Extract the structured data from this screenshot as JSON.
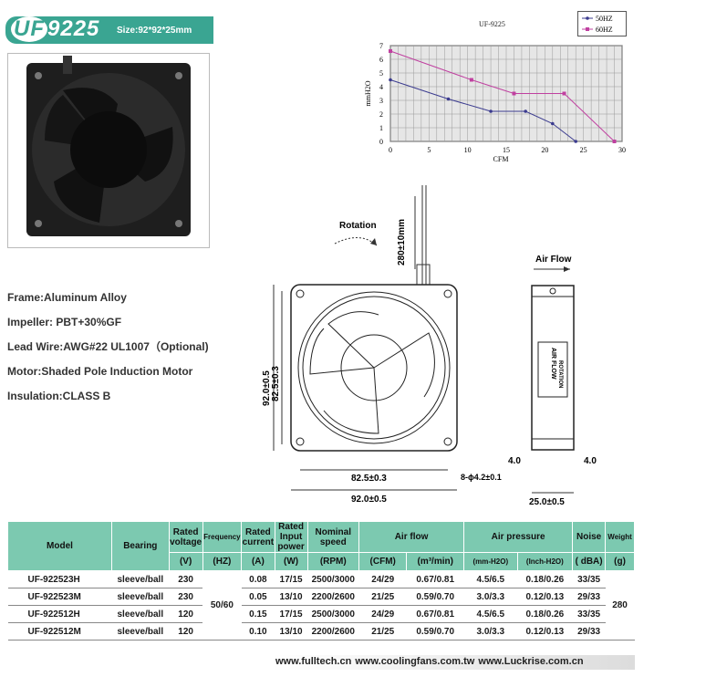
{
  "header": {
    "logo_prefix": "UF",
    "logo_model": "9225",
    "size": "Size:92*92*25mm"
  },
  "specs": [
    "Frame:Aluminum Alloy",
    "Impeller: PBT+30%GF",
    "Lead Wire:AWG#22 UL1007（Optional)",
    "Motor:Shaded Pole Induction Motor",
    "Insulation:CLASS B"
  ],
  "chart_data": {
    "type": "line",
    "title": "UF-9225",
    "xlabel": "CFM",
    "ylabel": "mmH2O",
    "xlim": [
      0,
      30
    ],
    "ylim": [
      0,
      7
    ],
    "xticks": [
      0,
      5,
      10,
      15,
      20,
      25,
      30
    ],
    "yticks": [
      0,
      1,
      2,
      3,
      4,
      5,
      6,
      7
    ],
    "legend_position": "top-right",
    "series": [
      {
        "name": "50HZ",
        "color": "#3b3b8f",
        "x": [
          0,
          7.5,
          13,
          17.5,
          21,
          24
        ],
        "y": [
          4.5,
          3.1,
          2.2,
          2.2,
          1.3,
          0
        ]
      },
      {
        "name": "60HZ",
        "color": "#c040a0",
        "x": [
          0,
          10.5,
          16,
          22.5,
          29
        ],
        "y": [
          6.6,
          4.5,
          3.5,
          3.5,
          0
        ]
      }
    ]
  },
  "drawing": {
    "rotation": "Rotation",
    "lead_length": "280±10mm",
    "air_flow": "Air Flow",
    "dim_outer_v": "92.0±0.5",
    "dim_inner_v": "82.5±0.3",
    "dim_inner_h": "82.5±0.3",
    "dim_outer_h": "92.0±0.5",
    "hole": "8-ϕ4.2±0.1",
    "side_left": "4.0",
    "side_right": "4.0",
    "thickness": "25.0±0.5",
    "side_label_air": "AIR FLOW",
    "side_label_rot": "ROTATION"
  },
  "table": {
    "h_model": "Model",
    "h_bearing": "Bearing",
    "h_voltage": "Rated voltage",
    "h_freq": "Frequency",
    "h_current": "Rated current",
    "h_power": "Rated Input power",
    "h_speed": "Nominal speed",
    "h_airflow": "Air flow",
    "h_pressure": "Air pressure",
    "h_noise": "Noise",
    "h_weight": "Weight",
    "u_voltage": "(V)",
    "u_freq": "(HZ)",
    "u_current": "(A)",
    "u_power": "(W)",
    "u_speed": "(RPM)",
    "u_cfm": "(CFM)",
    "u_m3": "(m³/min)",
    "u_mmh2o": "(mm-H2O)",
    "u_inch": "(Inch-H2O)",
    "u_noise": "( dBA)",
    "u_weight": "(g)",
    "frequency_all": "50/60",
    "weight_all": "280",
    "rows": [
      {
        "model": "UF-922523H",
        "bearing": "sleeve/ball",
        "voltage": "230",
        "current": "0.08",
        "power": "17/15",
        "speed": "2500/3000",
        "cfm": "24/29",
        "m3": "0.67/0.81",
        "mmh2o": "4.5/6.5",
        "inch": "0.18/0.26",
        "noise": "33/35"
      },
      {
        "model": "UF-922523M",
        "bearing": "sleeve/ball",
        "voltage": "230",
        "current": "0.05",
        "power": "13/10",
        "speed": "2200/2600",
        "cfm": "21/25",
        "m3": "0.59/0.70",
        "mmh2o": "3.0/3.3",
        "inch": "0.12/0.13",
        "noise": "29/33"
      },
      {
        "model": "UF-922512H",
        "bearing": "sleeve/ball",
        "voltage": "120",
        "current": "0.15",
        "power": "17/15",
        "speed": "2500/3000",
        "cfm": "24/29",
        "m3": "0.67/0.81",
        "mmh2o": "4.5/6.5",
        "inch": "0.18/0.26",
        "noise": "33/35"
      },
      {
        "model": "UF-922512M",
        "bearing": "sleeve/ball",
        "voltage": "120",
        "current": "0.10",
        "power": "13/10",
        "speed": "2200/2600",
        "cfm": "21/25",
        "m3": "0.59/0.70",
        "mmh2o": "3.0/3.3",
        "inch": "0.12/0.13",
        "noise": "29/33"
      }
    ]
  },
  "footer": "www.fulltech.cn   www.coolingfans.com.tw   www.Luckrise.com.cn"
}
